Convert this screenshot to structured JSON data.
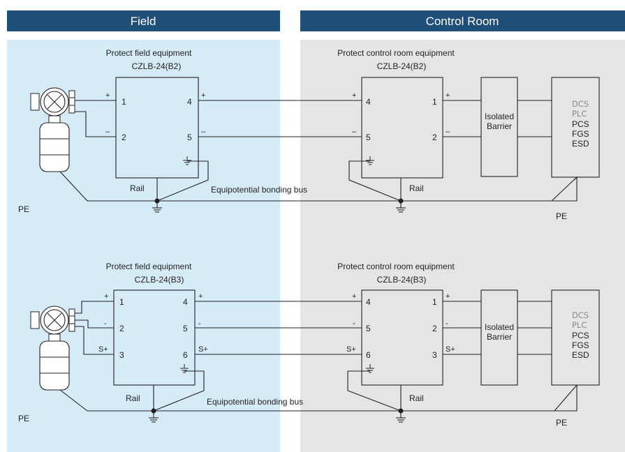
{
  "headers": {
    "field": "Field",
    "control_room": "Control Room"
  },
  "colors": {
    "header_bg": "#1f4e79",
    "field_bg": "#d5ebf8",
    "control_bg": "#e4e5e6",
    "line": "#231f20"
  },
  "top": {
    "field_title": "Protect field equipment",
    "field_model": "CZLB-24(B2)",
    "control_title": "Protect control room equipment",
    "control_model": "CZLB-24(B2)",
    "left_pins": {
      "p1": "1",
      "p2": "2",
      "p4": "4",
      "p5": "5",
      "plus": "+",
      "minus": "–"
    },
    "right_pins": {
      "p4": "4",
      "p5": "5",
      "p1": "1",
      "p2": "2",
      "plus": "+",
      "minus": "–"
    },
    "rail_left": "Rail",
    "rail_right": "Rail",
    "bus": "Equipotential bonding bus",
    "pe_left": "PE",
    "pe_right": "PE",
    "barrier": [
      "Isolated",
      "Barrier"
    ],
    "systems": [
      "DCS",
      "PLC",
      "PCS",
      "FGS",
      "ESD"
    ]
  },
  "bottom": {
    "field_title": "Protect field equipment",
    "field_model": "CZLB-24(B3)",
    "control_title": "Protect control room equipment",
    "control_model": "CZLB-24(B3)",
    "left_pins": {
      "p1": "1",
      "p2": "2",
      "p3": "3",
      "p4": "4",
      "p5": "5",
      "p6": "6",
      "plus": "+",
      "minus": "-",
      "splus": "S+"
    },
    "right_pins": {
      "p4": "4",
      "p5": "5",
      "p6": "6",
      "p1": "1",
      "p2": "2",
      "p3": "3",
      "plus": "+",
      "minus": "-",
      "splus": "S+"
    },
    "rail_left": "Rail",
    "rail_right": "Rail",
    "bus": "Equipotential bonding bus",
    "pe_left": "PE",
    "pe_right": "PE",
    "barrier": [
      "Isolated",
      "Barrier"
    ],
    "systems": [
      "DCS",
      "PLC",
      "PCS",
      "FGS",
      "ESD"
    ]
  }
}
